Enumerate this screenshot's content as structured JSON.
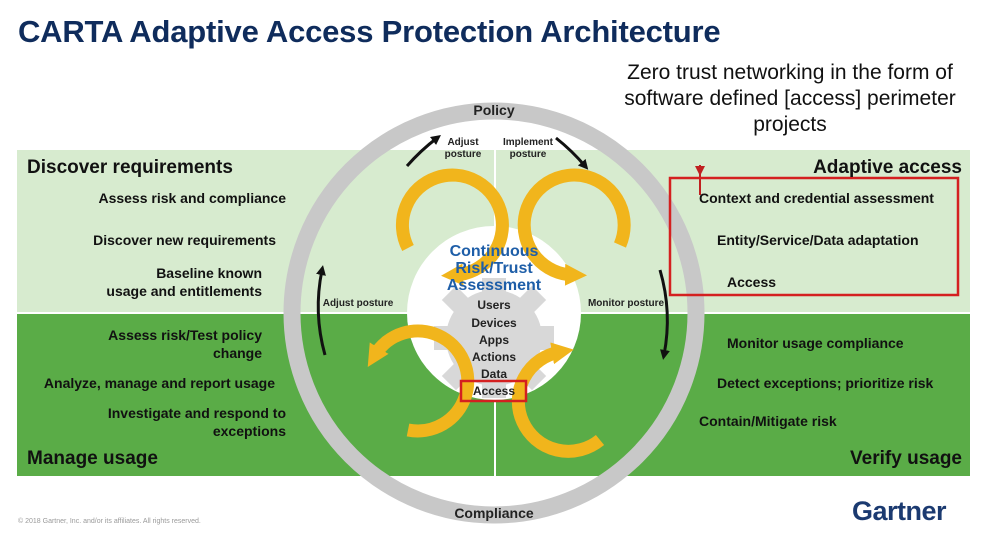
{
  "title": "CARTA Adaptive Access Protection Architecture",
  "callout": {
    "lines": [
      "Zero trust networking in the form of",
      "software defined [access] perimeter",
      "projects"
    ]
  },
  "quadrants": {
    "discover": {
      "title": "Discover requirements",
      "items": [
        "Assess risk and compliance",
        "Discover new requirements",
        "Baseline known",
        "usage and entitlements"
      ]
    },
    "adaptive": {
      "title": "Adaptive access",
      "items": [
        "Context and credential assessment",
        "Entity/Service/Data adaptation",
        "Access"
      ]
    },
    "manage": {
      "title": "Manage usage",
      "items": [
        "Assess risk/Test policy",
        "change",
        "Analyze, manage and report usage",
        "Investigate and respond to",
        "exceptions"
      ]
    },
    "verify": {
      "title": "Verify usage",
      "items": [
        "Monitor usage compliance",
        "Detect exceptions; prioritize risk",
        "Contain/Mitigate risk"
      ]
    }
  },
  "ring": {
    "top_label": "Policy",
    "bottom_label": "Compliance"
  },
  "arrows": {
    "adjust_posture_top": [
      "Adjust",
      "posture"
    ],
    "implement_posture": [
      "Implement",
      "posture"
    ],
    "adjust_posture_left": "Adjust posture",
    "monitor_posture": "Monitor posture"
  },
  "center": {
    "title_lines": [
      "Continuous",
      "Risk/Trust",
      "Assessment"
    ],
    "entities": [
      "Users",
      "Devices",
      "Apps",
      "Actions",
      "Data",
      "Access"
    ]
  },
  "footer": "© 2018 Gartner, Inc. and/or its affiliates. All rights reserved.",
  "brand": "Gartner",
  "colors": {
    "title": "#0f2c5c",
    "light_green": "#d7ebcf",
    "dark_green": "#5aac47",
    "ring_gray": "#c8c8c8",
    "cycle_yellow": "#f1b51c",
    "center_blue": "#1e5ea8",
    "highlight_red": "#d42020"
  }
}
